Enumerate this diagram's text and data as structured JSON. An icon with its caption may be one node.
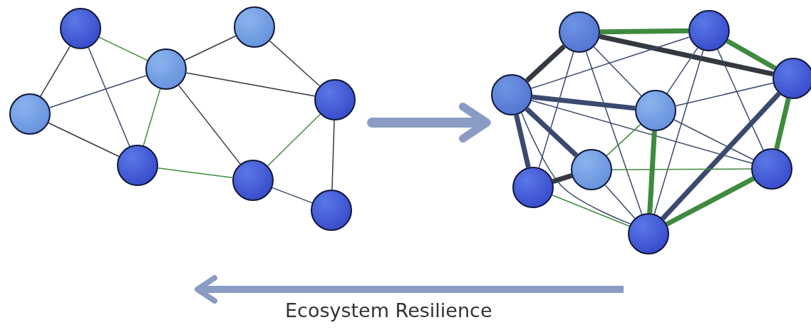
{
  "diagram": {
    "nodes": [
      {
        "text": [],
        "shape": "circle"
      },
      {
        "text": [],
        "shape": "circle"
      },
      {
        "text": [],
        "shape": "circle"
      },
      {
        "text": [],
        "shape": "circle"
      },
      {
        "text": [],
        "shape": "circle"
      },
      {
        "text": [],
        "shape": "circle"
      },
      {
        "text": [],
        "shape": "circle"
      },
      {
        "text": [],
        "shape": "circle"
      },
      {
        "text": [],
        "shape": "circle"
      },
      {
        "text": [],
        "shape": "circle"
      },
      {
        "text": [],
        "shape": "circle"
      },
      {
        "text": [],
        "shape": "circle"
      },
      {
        "text": [],
        "shape": "circle"
      },
      {
        "text": [],
        "shape": "circle"
      },
      {
        "text": [],
        "shape": "circle"
      },
      {
        "text": [],
        "shape": "circle"
      },
      {
        "text": [],
        "shape": "circle"
      }
    ],
    "edges": [
      {
        "from": 0,
        "to": 2,
        "arrow": "none",
        "color": "#3f8a3f"
      },
      {
        "from": 0,
        "to": 3,
        "arrow": "none"
      },
      {
        "from": 0,
        "to": 5,
        "arrow": "none",
        "color": "#3a4a6e"
      },
      {
        "from": 1,
        "to": 2,
        "arrow": "none"
      },
      {
        "from": 1,
        "to": 4,
        "arrow": "none"
      },
      {
        "from": 2,
        "to": 3,
        "arrow": "none",
        "color": "#3a4a6e"
      },
      {
        "from": 2,
        "to": 4,
        "arrow": "none"
      },
      {
        "from": 2,
        "to": 5,
        "arrow": "none",
        "color": "#3f8a3f"
      },
      {
        "from": 2,
        "to": 6,
        "arrow": "none"
      },
      {
        "from": 3,
        "to": 5,
        "arrow": "none"
      },
      {
        "from": 5,
        "to": 6,
        "arrow": "none",
        "color": "#3f8a3f"
      },
      {
        "from": 4,
        "to": 6,
        "arrow": "none",
        "color": "#3f8a3f"
      },
      {
        "from": 4,
        "to": 7,
        "arrow": "none"
      },
      {
        "from": 6,
        "to": 7,
        "arrow": "none",
        "color": "#3a4a6e"
      },
      {
        "from": 8,
        "to": 9,
        "arrow": "none",
        "style": "thick",
        "color": "#3f8a3f"
      },
      {
        "from": 8,
        "to": 11,
        "arrow": "none",
        "style": "thick"
      },
      {
        "from": 8,
        "to": 10,
        "arrow": "none",
        "style": "thick"
      },
      {
        "from": 8,
        "to": 13,
        "arrow": "none",
        "color": "#3a4a6e"
      },
      {
        "from": 8,
        "to": 16,
        "arrow": "none",
        "color": "#3a4a6e"
      },
      {
        "from": 8,
        "to": 12,
        "arrow": "none",
        "color": "#3a4a6e"
      },
      {
        "from": 9,
        "to": 11,
        "arrow": "none",
        "color": "#3a4a6e"
      },
      {
        "from": 9,
        "to": 12,
        "arrow": "none",
        "color": "#3a4a6e"
      },
      {
        "from": 9,
        "to": 16,
        "arrow": "none",
        "color": "#3a4a6e"
      },
      {
        "from": 9,
        "to": 10,
        "arrow": "none",
        "style": "thick",
        "color": "#3f8a3f"
      },
      {
        "from": 9,
        "to": 15,
        "arrow": "none",
        "color": "#3a4a6e"
      },
      {
        "from": 10,
        "to": 12,
        "arrow": "none",
        "color": "#3a4a6e"
      },
      {
        "from": 10,
        "to": 16,
        "arrow": "none",
        "style": "thick",
        "color": "#3a4a6e"
      },
      {
        "from": 10,
        "to": 15,
        "arrow": "none",
        "style": "thick",
        "color": "#3f8a3f"
      },
      {
        "from": 11,
        "to": 13,
        "arrow": "none",
        "style": "thick",
        "color": "#3a4a6e"
      },
      {
        "from": 11,
        "to": 12,
        "arrow": "none",
        "style": "thick",
        "color": "#3a4a6e"
      },
      {
        "from": 11,
        "to": 14,
        "arrow": "none",
        "style": "thick",
        "color": "#3a4a6e"
      },
      {
        "from": 11,
        "to": 16,
        "arrow": "none",
        "color": "#3a4a6e"
      },
      {
        "from": 11,
        "to": 15,
        "arrow": "none",
        "color": "#3a4a6e"
      },
      {
        "from": 12,
        "to": 16,
        "arrow": "none",
        "style": "thick",
        "color": "#3f8a3f"
      },
      {
        "from": 12,
        "to": 14,
        "arrow": "none",
        "color": "#3f8a3f"
      },
      {
        "from": 12,
        "to": 15,
        "arrow": "none",
        "color": "#3a4a6e"
      },
      {
        "from": 13,
        "to": 14,
        "arrow": "none",
        "style": "thick"
      },
      {
        "from": 13,
        "to": 16,
        "arrow": "none",
        "color": "#3f8a3f"
      },
      {
        "from": 14,
        "to": 15,
        "arrow": "none",
        "color": "#3f8a3f"
      },
      {
        "from": 14,
        "to": 16,
        "arrow": "none",
        "color": "#3a4a6e"
      },
      {
        "from": 15,
        "to": 16,
        "arrow": "none",
        "style": "thick",
        "color": "#3f8a3f"
      }
    ],
    "labels": [
      "Ecosystem Resilience"
    ]
  }
}
